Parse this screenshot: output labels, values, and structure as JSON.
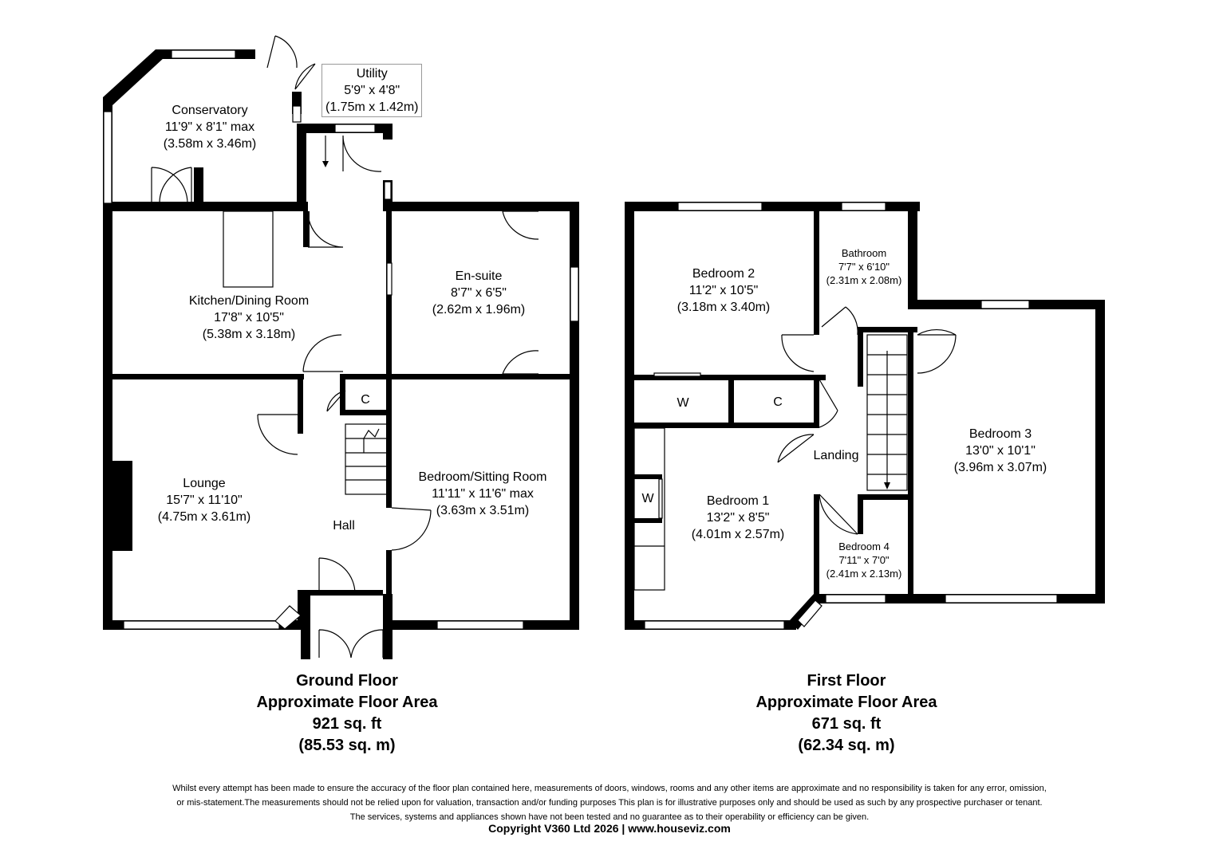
{
  "ground_floor": {
    "rooms": [
      {
        "id": "utility",
        "name": "Utility",
        "dims_imperial": "5'9\" x 4'8\"",
        "dims_metric": "(1.75m x 1.42m)"
      },
      {
        "id": "conservatory",
        "name": "Conservatory",
        "dims_imperial": "11'9\" x 8'1\" max",
        "dims_metric": "(3.58m x 3.46m)"
      },
      {
        "id": "kitchen",
        "name": "Kitchen/Dining Room",
        "dims_imperial": "17'8\" x 10'5\"",
        "dims_metric": "(5.38m x 3.18m)"
      },
      {
        "id": "ensuite",
        "name": "En-suite",
        "dims_imperial": "8'7\" x 6'5\"",
        "dims_metric": "(2.62m x 1.96m)"
      },
      {
        "id": "lounge",
        "name": "Lounge",
        "dims_imperial": "15'7\" x 11'10\"",
        "dims_metric": "(4.75m x 3.61m)"
      },
      {
        "id": "bedsit",
        "name": "Bedroom/Sitting Room",
        "dims_imperial": "11'11\" x 11'6\" max",
        "dims_metric": "(3.63m x 3.51m)"
      },
      {
        "id": "hall",
        "name": "Hall"
      },
      {
        "id": "cupboard",
        "name": "C"
      }
    ],
    "summary": {
      "floor_name": "Ground Floor",
      "area_label": "Approximate Floor Area",
      "area_sqft": "921 sq. ft",
      "area_sqm": "(85.53 sq. m)"
    }
  },
  "first_floor": {
    "rooms": [
      {
        "id": "bed2",
        "name": "Bedroom 2",
        "dims_imperial": "11'2\" x 10'5\"",
        "dims_metric": "(3.18m x 3.40m)"
      },
      {
        "id": "bathroom",
        "name": "Bathroom",
        "dims_imperial": "7'7\" x 6'10\"",
        "dims_metric": "(2.31m x 2.08m)"
      },
      {
        "id": "bed3",
        "name": "Bedroom 3",
        "dims_imperial": "13'0\" x 10'1\"",
        "dims_metric": "(3.96m x 3.07m)"
      },
      {
        "id": "bed1",
        "name": "Bedroom 1",
        "dims_imperial": "13'2\" x 8'5\"",
        "dims_metric": "(4.01m x 2.57m)"
      },
      {
        "id": "bed4",
        "name": "Bedroom 4",
        "dims_imperial": "7'11\" x 7'0\"",
        "dims_metric": "(2.41m x 2.13m)"
      },
      {
        "id": "landing",
        "name": "Landing"
      },
      {
        "id": "wardrobe",
        "name": "W"
      },
      {
        "id": "cupboard",
        "name": "C"
      },
      {
        "id": "wardrobe2",
        "name": "W"
      }
    ],
    "summary": {
      "floor_name": "First Floor",
      "area_label": "Approximate Floor Area",
      "area_sqft": "671 sq. ft",
      "area_sqm": "(62.34 sq. m)"
    }
  },
  "footer": {
    "disclaimer_line1": "Whilst every attempt has been made to ensure the accuracy of the floor plan contained here, measurements of doors, windows, rooms and any other items are approximate and no responsibility is taken for any error, omission,",
    "disclaimer_line2": "or mis-statement.The measurements should not be relied upon for valuation, transaction and/or funding purposes This plan is for illustrative purposes only and should be used as such by any prospective purchaser or tenant.",
    "disclaimer_line3": "The services, systems and appliances shown have not been tested and no guarantee as to their operability or efficiency can be given.",
    "copyright": "Copyright V360 Ltd 2026 | www.houseviz.com"
  }
}
